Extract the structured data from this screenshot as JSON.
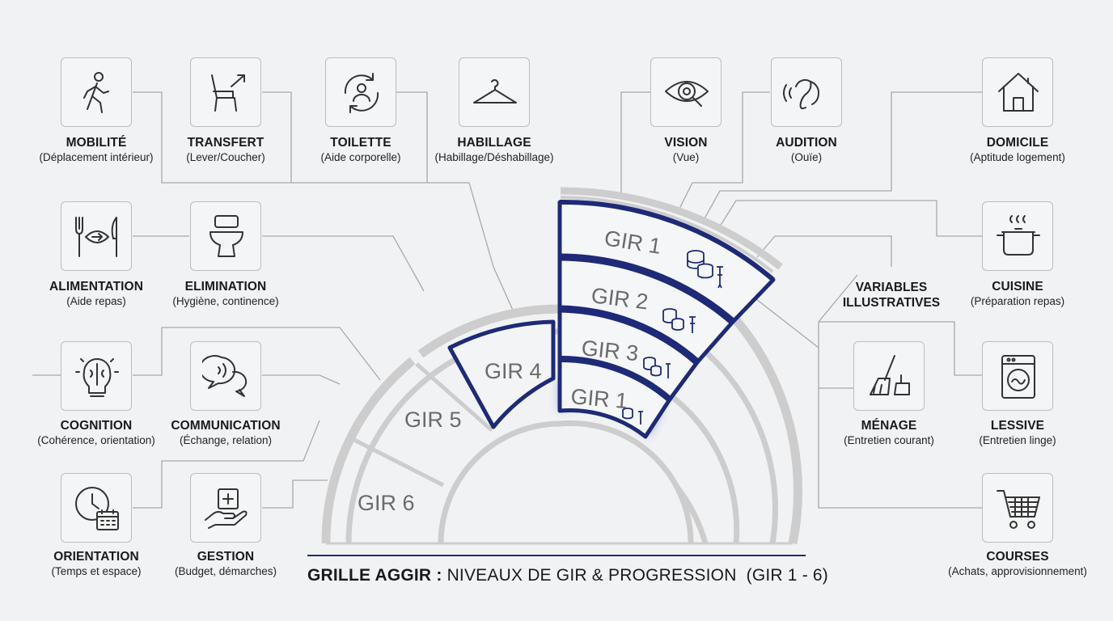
{
  "title": {
    "bold": "GRILLE AGGIR :",
    "rest": "NIVEAUX DE GIR & PROGRESSION",
    "range": "(GIR 1 - 6)"
  },
  "center_label": {
    "line1": "VARIABLES",
    "line2": "ILLUSTRATIVES"
  },
  "gir_levels": {
    "gir6": "GIR 6",
    "gir5": "GIR 5",
    "gir4": "GIR 4",
    "gir1_top": "GIR 1",
    "gir2": "GIR 2",
    "gir3": "GIR 3",
    "gir1_bottom": "GIR 1"
  },
  "variables": [
    {
      "id": "mobilite",
      "icon": "walking-person-icon",
      "title": "MOBILITÉ",
      "subtitle": "(Déplacement intérieur)"
    },
    {
      "id": "transfert",
      "icon": "chair-arrow-icon",
      "title": "TRANSFERT",
      "subtitle": "(Lever/Coucher)"
    },
    {
      "id": "toilette",
      "icon": "person-cycle-icon",
      "title": "TOILETTE",
      "subtitle": "(Aide corporelle)"
    },
    {
      "id": "habillage",
      "icon": "hanger-icon",
      "title": "HABILLAGE",
      "subtitle": "(Habillage/Déshabillage)"
    },
    {
      "id": "vision",
      "icon": "eye-magnifier-icon",
      "title": "VISION",
      "subtitle": "(Vue)"
    },
    {
      "id": "audition",
      "icon": "ear-icon",
      "title": "AUDITION",
      "subtitle": "(Ouïe)"
    },
    {
      "id": "domicile",
      "icon": "house-icon",
      "title": "DOMICILE",
      "subtitle": "(Aptitude logement)"
    },
    {
      "id": "alimentation",
      "icon": "fork-knife-mouth-icon",
      "title": "ALIMENTATION",
      "subtitle": "(Aide repas)"
    },
    {
      "id": "elimination",
      "icon": "toilet-icon",
      "title": "ELIMINATION",
      "subtitle": "(Hygiène, continence)"
    },
    {
      "id": "cuisine",
      "icon": "cooking-pot-icon",
      "title": "CUISINE",
      "subtitle": "(Préparation repas)"
    },
    {
      "id": "cognition",
      "icon": "brain-bulb-icon",
      "title": "COGNITION",
      "subtitle": "(Cohérence, orientation)"
    },
    {
      "id": "communication",
      "icon": "speech-bubbles-icon",
      "title": "COMMUNICATION",
      "subtitle": "(Échange, relation)"
    },
    {
      "id": "menage",
      "icon": "broom-dustpan-icon",
      "title": "MÉNAGE",
      "subtitle": "(Entretien courant)"
    },
    {
      "id": "lessive",
      "icon": "washing-machine-icon",
      "title": "LESSIVE",
      "subtitle": "(Entretien linge)"
    },
    {
      "id": "orientation",
      "icon": "clock-calendar-icon",
      "title": "ORIENTATION",
      "subtitle": "(Temps et espace)"
    },
    {
      "id": "gestion",
      "icon": "hand-medical-box-icon",
      "title": "GESTION",
      "subtitle": "(Budget, démarches)"
    },
    {
      "id": "courses",
      "icon": "shopping-cart-icon",
      "title": "COURSES",
      "subtitle": "(Achats, approvisionnement)"
    }
  ],
  "colors": {
    "accent": "#1e2a78",
    "ring_gray": "#c9c9c9",
    "connector": "#a9a9a9"
  }
}
